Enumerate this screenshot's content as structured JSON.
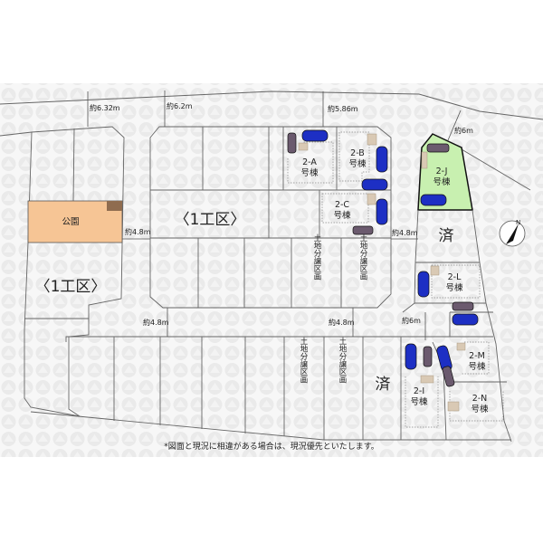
{
  "title": "区画図",
  "colors": {
    "park": "#f6c595",
    "sold_highlight": "#c8f0b0",
    "car_blue": "#1d2fc4",
    "car_purple": "#6b5a6e"
  },
  "dimensions": {
    "road_top_left": "約6.32m",
    "road_top_mid": "約6.2m",
    "road_top_right": "約5.86m",
    "road_ne": "約6m",
    "road_park": "約4.8m",
    "road_mid_right": "約4.8m",
    "road_lower_left": "約4.8m",
    "road_lower_mid": "約4.8m",
    "road_lower_right": "約6m"
  },
  "areas": {
    "park": "公園",
    "zone_center": "〈1工区〉",
    "zone_left": "〈1工区〉",
    "sold_upper": "済",
    "sold_lower": "済",
    "land_sale_1": "土地分譲区画",
    "land_sale_2": "土地分譲区画",
    "land_sale_3": "土地分譲区画",
    "land_sale_4": "土地分譲区画"
  },
  "lots": [
    {
      "id": "2-A",
      "suffix": "号棟"
    },
    {
      "id": "2-B",
      "suffix": "号棟"
    },
    {
      "id": "2-C",
      "suffix": "号棟"
    },
    {
      "id": "2-J",
      "suffix": "号棟"
    },
    {
      "id": "2-L",
      "suffix": "号棟"
    },
    {
      "id": "2-M",
      "suffix": "号棟"
    },
    {
      "id": "2-I",
      "suffix": "号棟"
    },
    {
      "id": "2-N",
      "suffix": "号棟"
    }
  ],
  "compass": "N",
  "note": "*図面と現況に相違がある場合は、現況優先といたします。"
}
